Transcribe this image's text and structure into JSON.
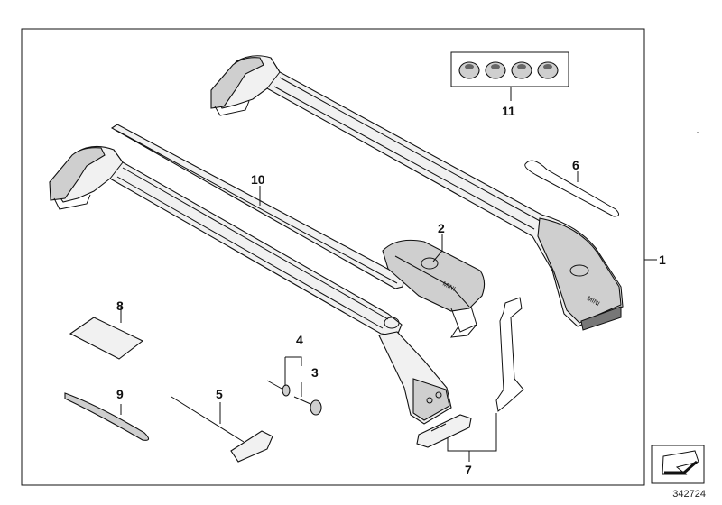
{
  "diagram": {
    "callouts": [
      {
        "id": "1",
        "text": "1"
      },
      {
        "id": "2",
        "text": "2"
      },
      {
        "id": "3",
        "text": "3"
      },
      {
        "id": "4",
        "text": "4"
      },
      {
        "id": "5",
        "text": "5"
      },
      {
        "id": "6",
        "text": "6"
      },
      {
        "id": "7",
        "text": "7"
      },
      {
        "id": "8",
        "text": "8"
      },
      {
        "id": "9",
        "text": "9"
      },
      {
        "id": "10",
        "text": "10"
      },
      {
        "id": "11",
        "text": "11"
      }
    ],
    "brand_marks": [
      "MINI",
      "MINI"
    ],
    "part_number": "342724"
  },
  "colors": {
    "line": "#111111",
    "part_fill": "#f1f1f1",
    "shade": "#cfcfcf"
  },
  "icons": {
    "corner_icon": "arrow-down-left-icon"
  }
}
